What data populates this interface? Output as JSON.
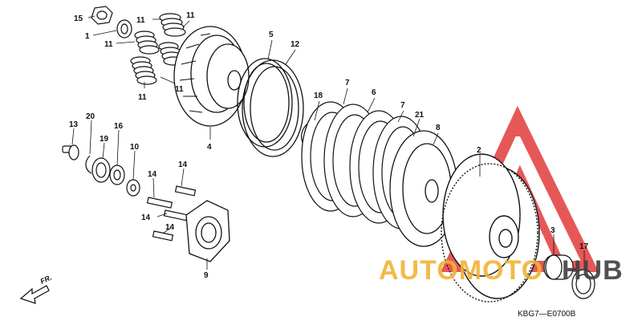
{
  "diagram": {
    "part_numbers": [
      {
        "id": "p15",
        "text": "15"
      },
      {
        "id": "p1",
        "text": "1"
      },
      {
        "id": "p11a",
        "text": "11"
      },
      {
        "id": "p11b",
        "text": "11"
      },
      {
        "id": "p11c",
        "text": "11"
      },
      {
        "id": "p11d",
        "text": "11"
      },
      {
        "id": "p11e",
        "text": "11"
      },
      {
        "id": "p5",
        "text": "5"
      },
      {
        "id": "p12",
        "text": "12"
      },
      {
        "id": "p4",
        "text": "4"
      },
      {
        "id": "p18",
        "text": "18"
      },
      {
        "id": "p7a",
        "text": "7"
      },
      {
        "id": "p6",
        "text": "6"
      },
      {
        "id": "p7b",
        "text": "7"
      },
      {
        "id": "p21",
        "text": "21"
      },
      {
        "id": "p8",
        "text": "8"
      },
      {
        "id": "p2",
        "text": "2"
      },
      {
        "id": "p13",
        "text": "13"
      },
      {
        "id": "p20",
        "text": "20"
      },
      {
        "id": "p19",
        "text": "19"
      },
      {
        "id": "p16",
        "text": "16"
      },
      {
        "id": "p10",
        "text": "10"
      },
      {
        "id": "p14a",
        "text": "14"
      },
      {
        "id": "p14b",
        "text": "14"
      },
      {
        "id": "p14c",
        "text": "14"
      },
      {
        "id": "p14d",
        "text": "14"
      },
      {
        "id": "p9",
        "text": "9"
      },
      {
        "id": "p3",
        "text": "3"
      },
      {
        "id": "p17",
        "text": "17"
      }
    ],
    "direction_label": "FR.",
    "figure_code": "KBG7—E0700B"
  },
  "watermark": {
    "text_part1": "AUTOMOTO",
    "text_part2": "HUB",
    "color_part1": "#f2b233",
    "color_part2": "#3f3f3f",
    "logo_color": "#e23b3b"
  },
  "colors": {
    "line": "#111111",
    "fill": "#ffffff"
  }
}
